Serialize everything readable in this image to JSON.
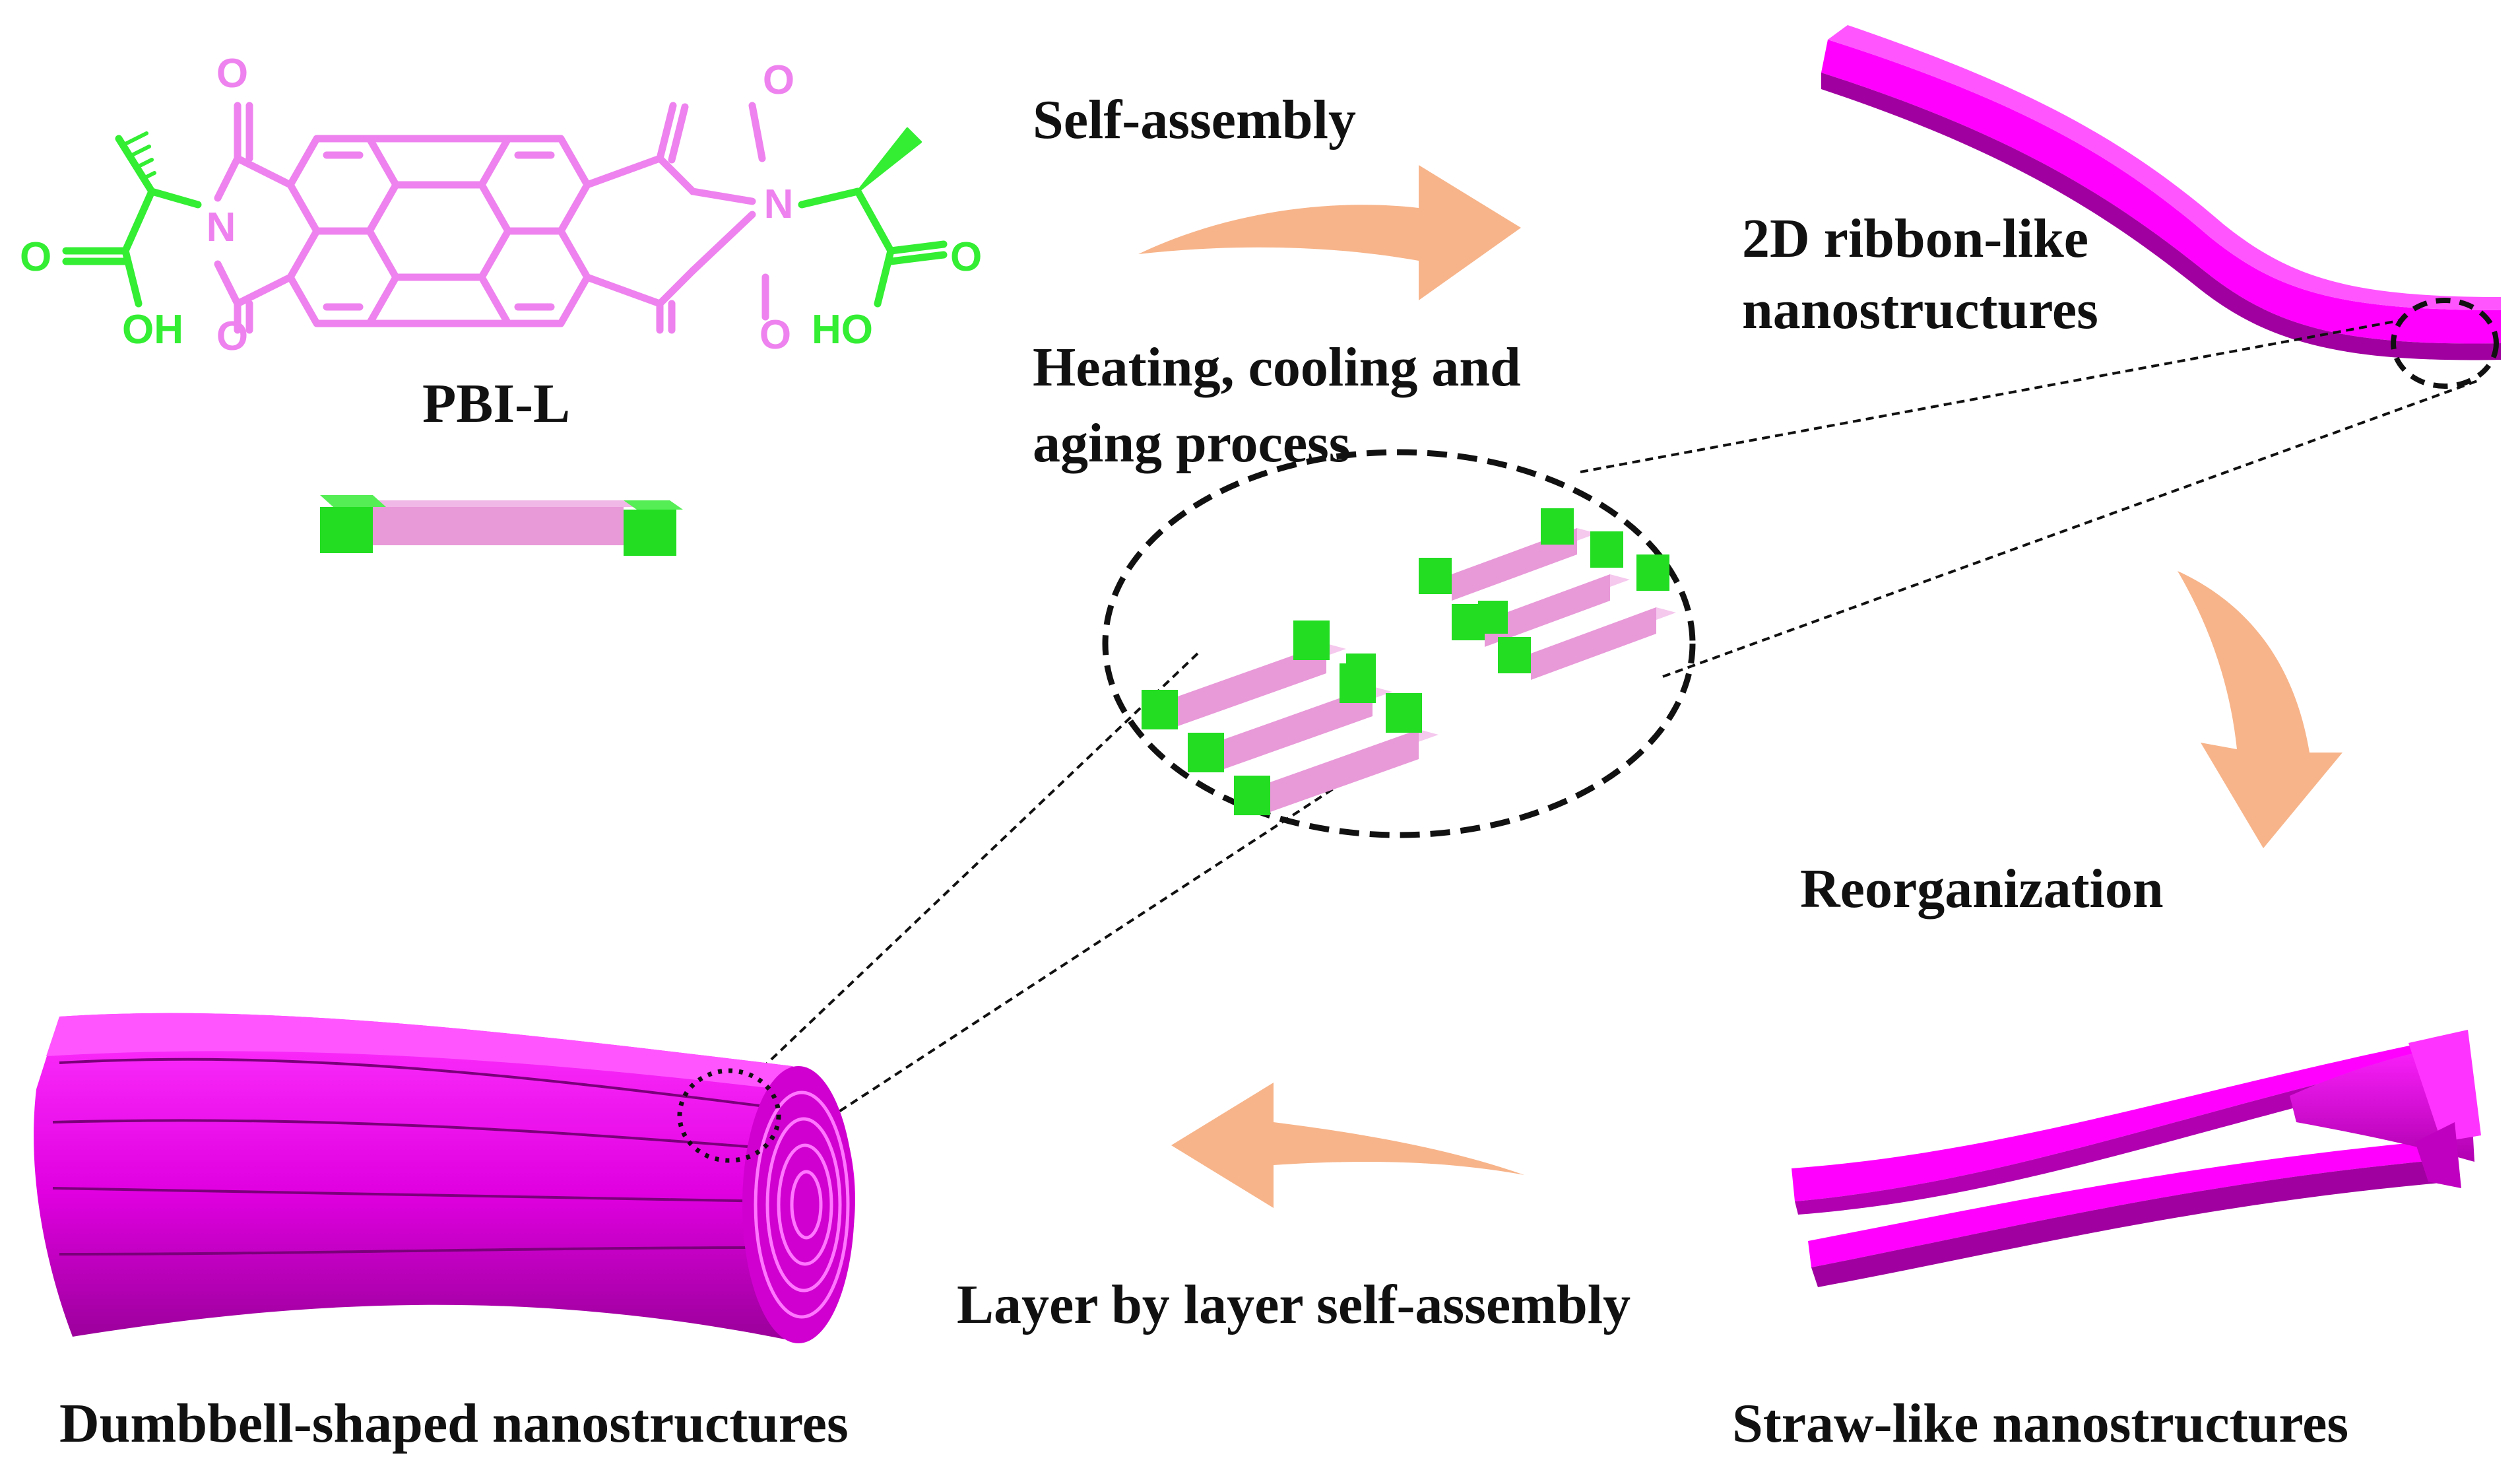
{
  "colors": {
    "pbi_core": "#EE82EE",
    "amino_acid": "#33EE33",
    "ribbon_magenta": "#FF00FF",
    "ribbon_dark": "#A000A0",
    "arrow_peach": "#F7B48A",
    "rod_pink": "#E899D8",
    "cap_green": "#22DD22",
    "text": "#111111"
  },
  "molecule": {
    "name": "PBI-L",
    "atoms": {
      "oxygen": "O",
      "nitrogen": "N",
      "hydroxyl_left": "OH",
      "hydroxyl_right": "HO"
    }
  },
  "labels": {
    "self_assembly": "Self-assembly",
    "conditions_line1": "Heating, cooling and",
    "conditions_line2": "aging process",
    "ribbon_line1": "2D ribbon-like",
    "ribbon_line2": "nanostructures",
    "reorganization": "Reorganization",
    "layer_by_layer": "Layer by layer self-assembly",
    "dumbbell": "Dumbbell-shaped nanostructures",
    "straw": "Straw-like nanostructures"
  }
}
